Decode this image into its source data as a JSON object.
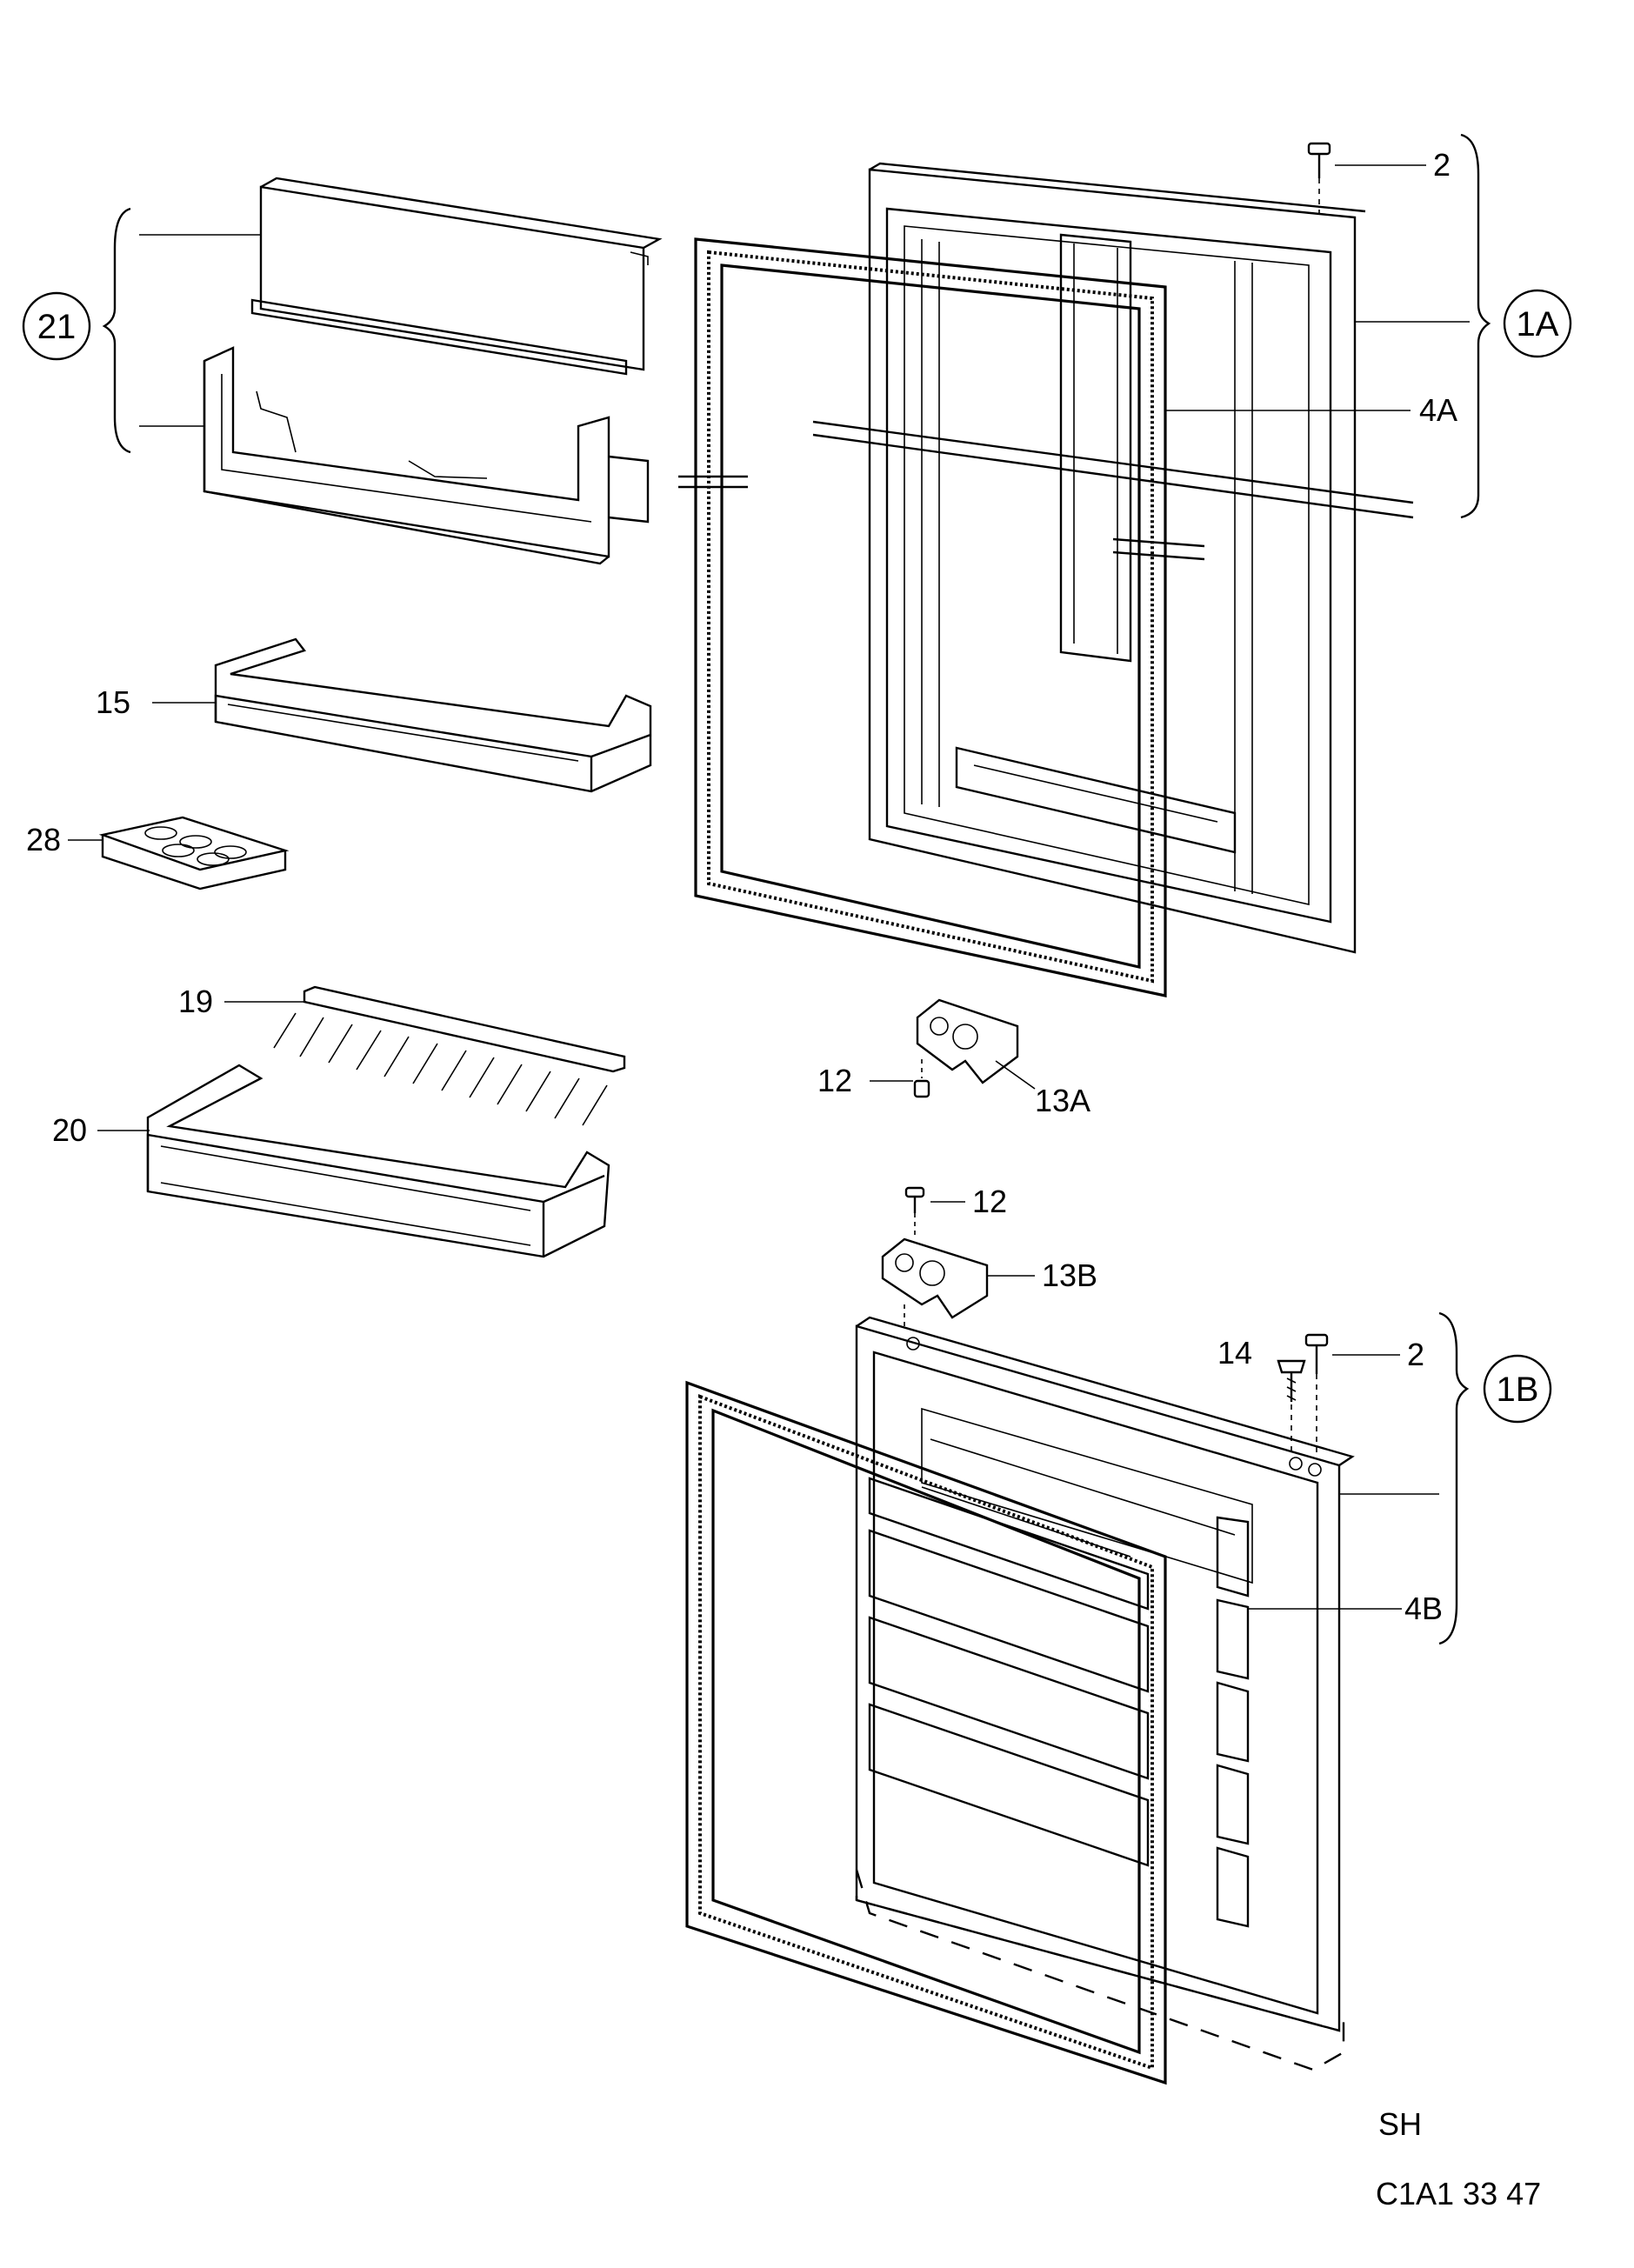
{
  "labels": {
    "p2_top": "2",
    "p1a": "1A",
    "p4a": "4A",
    "p21": "21",
    "p15": "15",
    "p28": "28",
    "p19": "19",
    "p20": "20",
    "p12_a": "12",
    "p13a": "13A",
    "p12_b": "12",
    "p13b": "13B",
    "p14": "14",
    "p2_bottom": "2",
    "p1b": "1B",
    "p4b": "4B",
    "sh": "SH",
    "code": "C1A1 33 47"
  }
}
